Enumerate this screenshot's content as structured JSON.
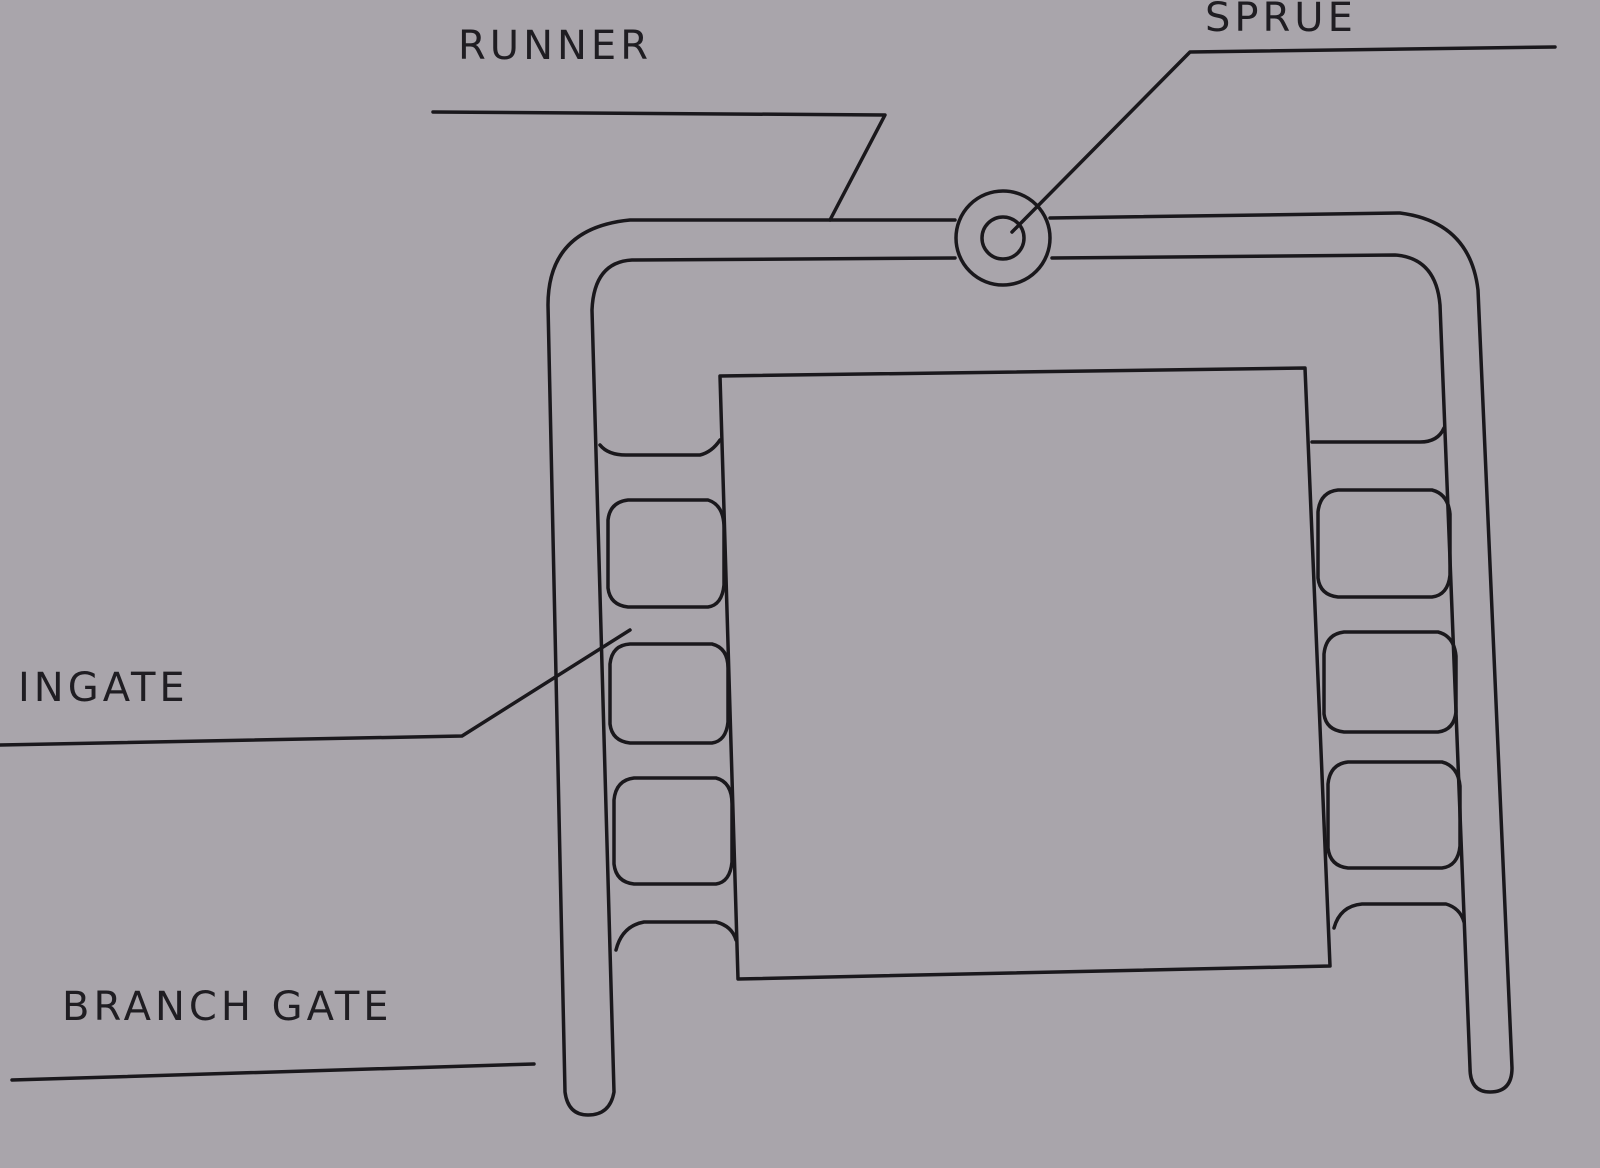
{
  "labels": {
    "runner": "RUNNER",
    "sprue": "SPRUE",
    "ingate": "INGATE",
    "branch_gate": "BRANCH GATE"
  }
}
